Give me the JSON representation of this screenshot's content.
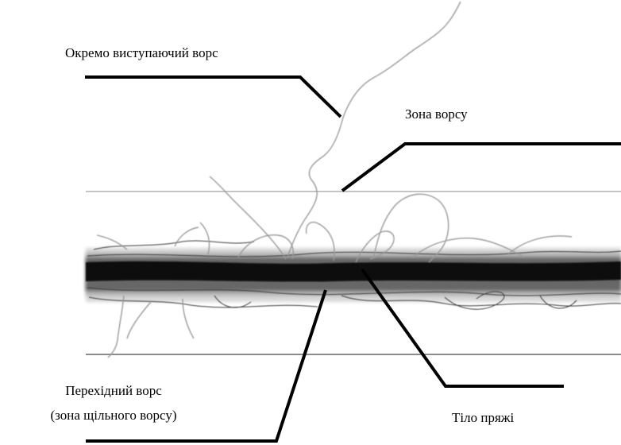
{
  "labels": {
    "protruding_fibre": "Окремо виступаючий ворс",
    "hairiness_zone": "Зона ворсу",
    "transitional_line1": "Перехідний ворс",
    "transitional_line2": "(зона щільного ворсу)",
    "yarn_body": "Тіло пряжі"
  },
  "colors": {
    "yarn_core": "#0a0a0a",
    "fibre": "#9a9a9a",
    "boundary_line": "#c4c4c4",
    "leader_line": "#000000"
  }
}
